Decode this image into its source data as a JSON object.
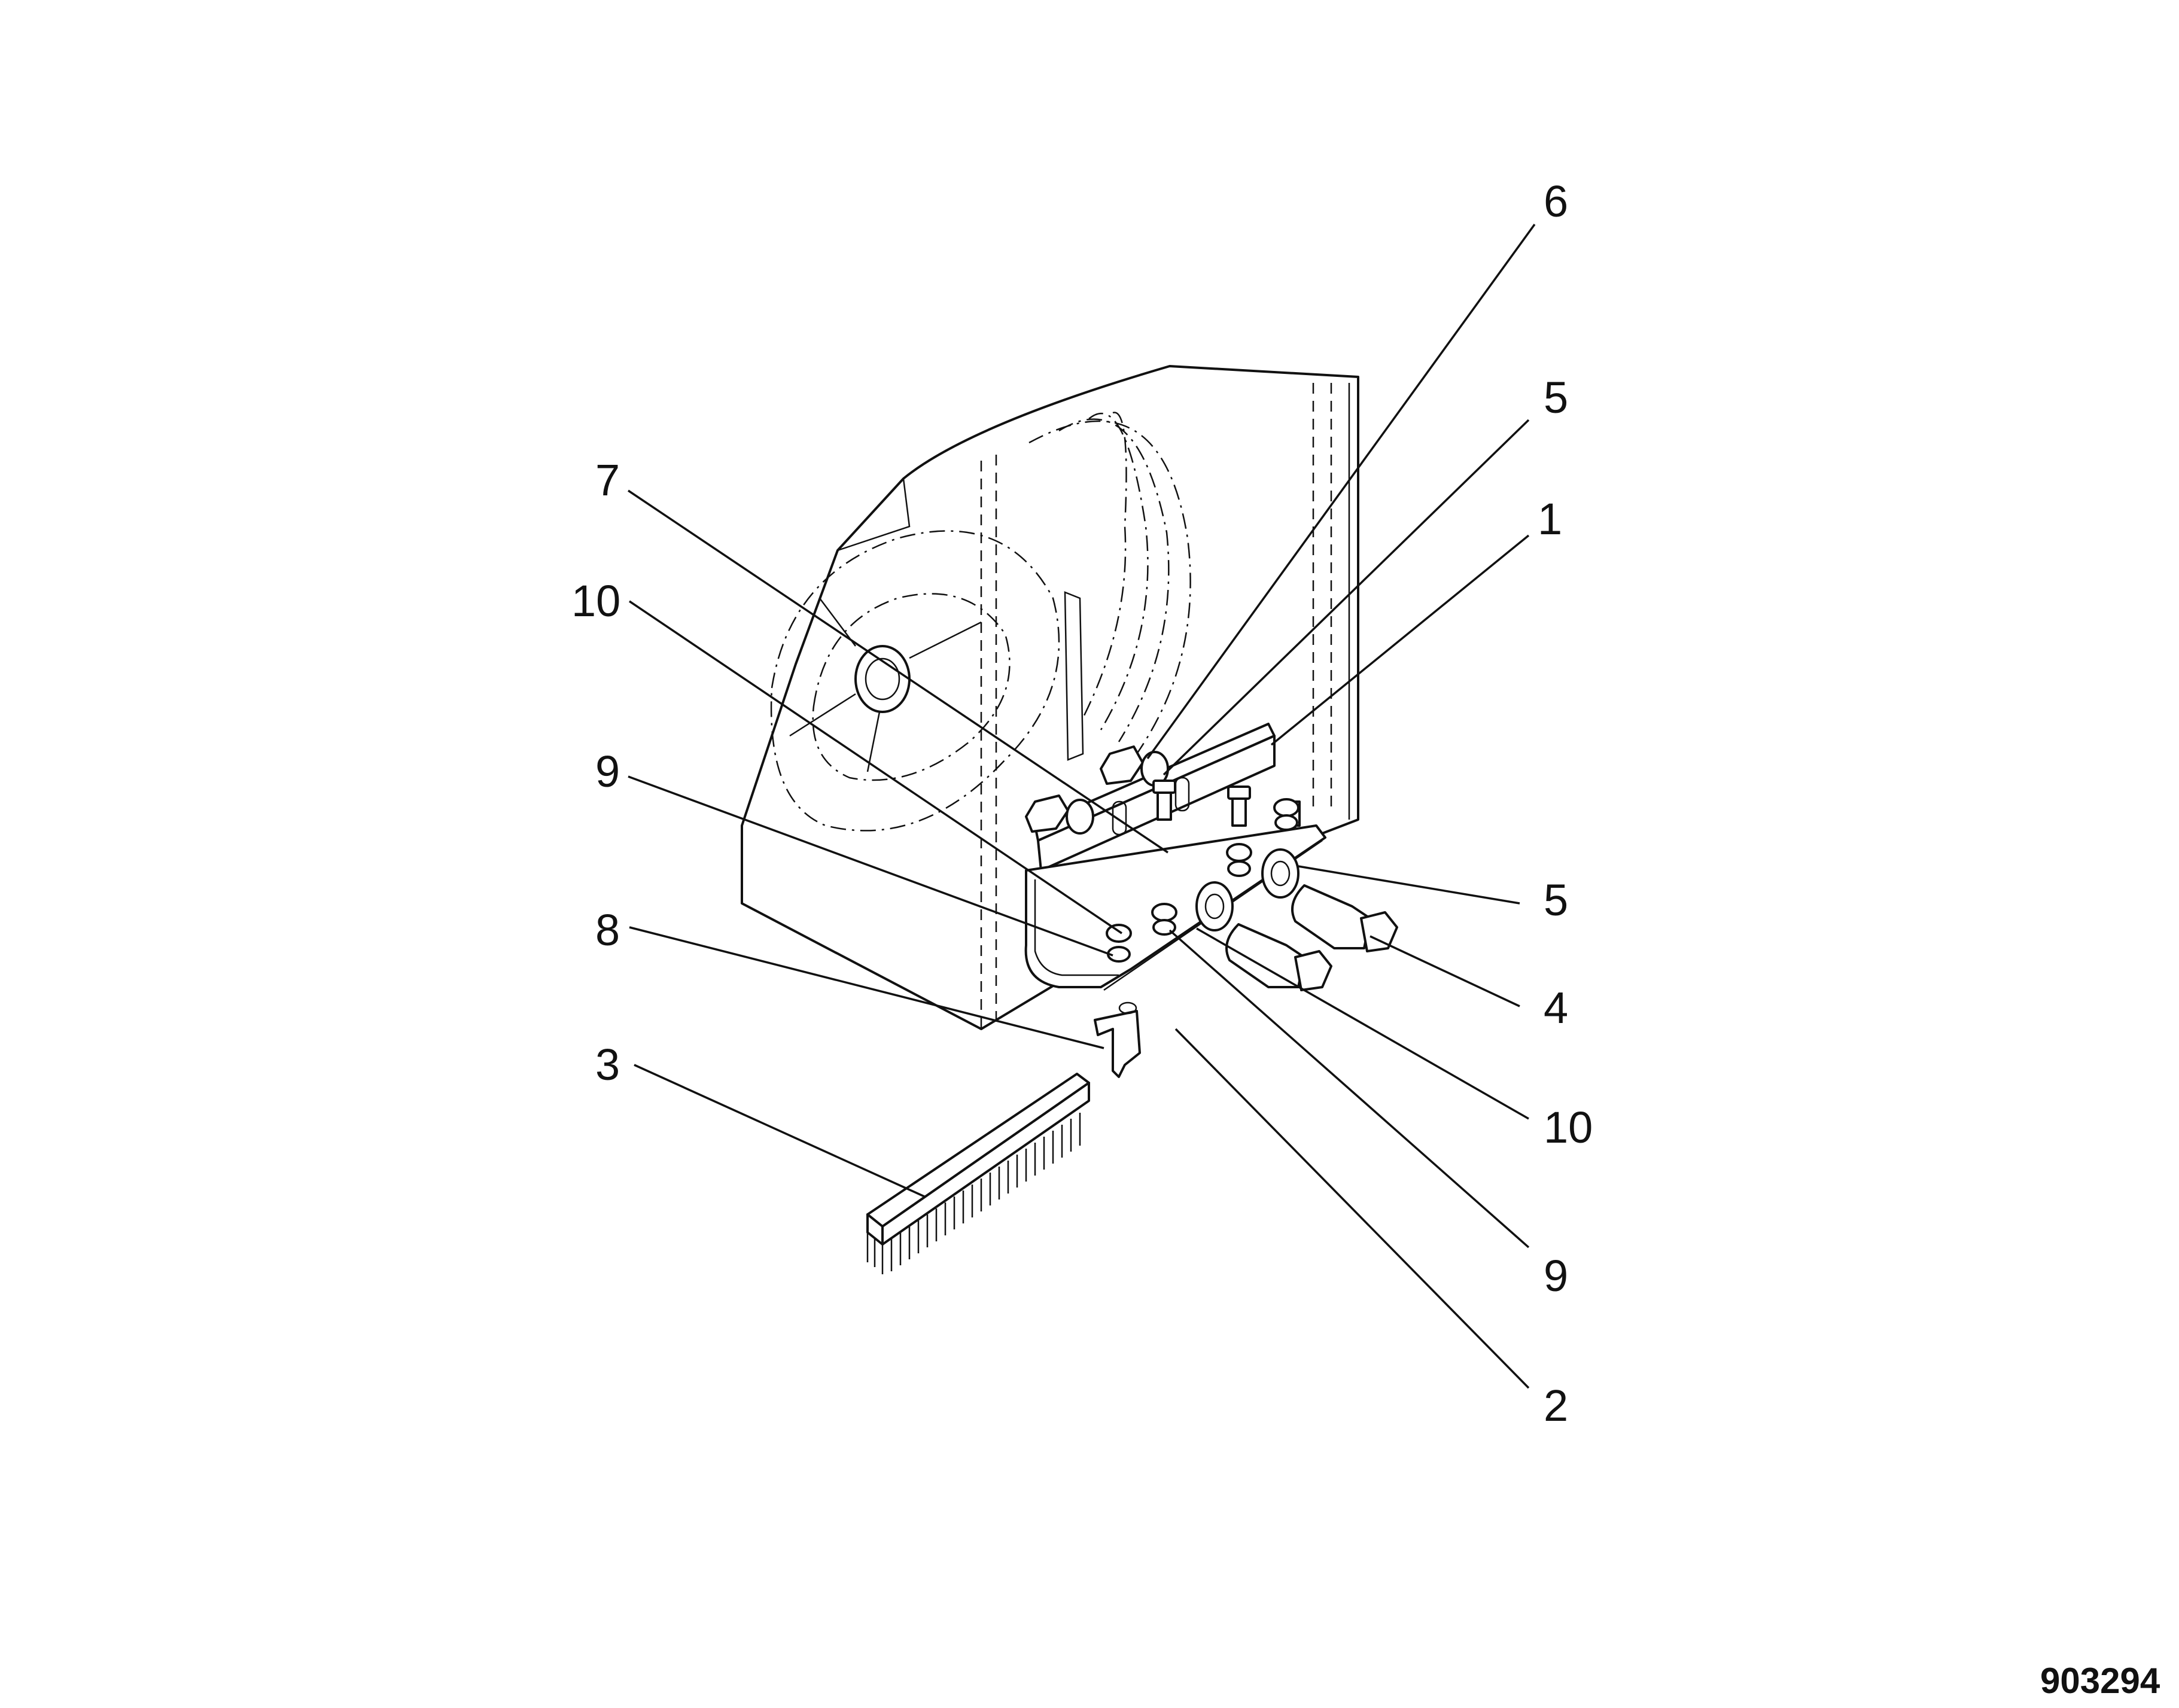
{
  "figure_id": "903294",
  "callouts": [
    {
      "id": "c6",
      "label": "6"
    },
    {
      "id": "c5a",
      "label": "5"
    },
    {
      "id": "c1",
      "label": "1"
    },
    {
      "id": "c7",
      "label": "7"
    },
    {
      "id": "c10a",
      "label": "10"
    },
    {
      "id": "c9a",
      "label": "9"
    },
    {
      "id": "c8",
      "label": "8"
    },
    {
      "id": "c3",
      "label": "3"
    },
    {
      "id": "c5b",
      "label": "5"
    },
    {
      "id": "c4",
      "label": "4"
    },
    {
      "id": "c10b",
      "label": "10"
    },
    {
      "id": "c9b",
      "label": "9"
    },
    {
      "id": "c2",
      "label": "2"
    }
  ]
}
